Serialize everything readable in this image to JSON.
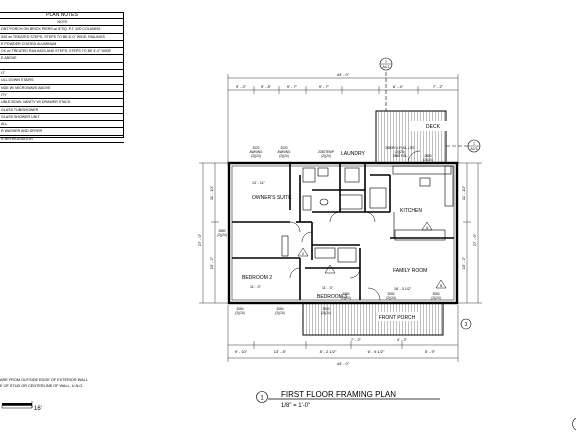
{
  "notes": {
    "title": "PLAN NOTES",
    "header": "NOTE",
    "rows": [
      "ONT PORCH ON BRICK PIERS w/ 8\"SQ. P.T. WD COLUMNS",
      "ING w/ TREATED STEPS; STEPS TO BE 6'-0\" WIDE; RAILINGS",
      "E POWDER COATED ALUMINUM",
      "CK w/ TREATED RAILINGS AND STEPS; STEPS TO BE 4'-0\" WIDE",
      "E ABOVE",
      "",
      "LT",
      "ULL DOWN STAIRS",
      "NGE W/ MICROWAVE ABOVE",
      "ITY",
      "UBLE BOWL VANITY W/ DRAWER STACK",
      "GLASS TUB/SHOWER",
      "GLASS SHOWER UNIT",
      "ALL",
      "R WASHER AND DRYER",
      "R REFRIGERATOR"
    ]
  },
  "bottom_notes": [
    "ARE FROM OUTSIDE EDGE OF EXTERIOR WALL",
    "E OF STUD OR CENTERLINE OF WALL, U.N.O."
  ],
  "scale_bar": {
    "end_label": "16'"
  },
  "title_block": {
    "number": "1",
    "title": "FIRST FLOOR FRAMING PLAN",
    "scale": "1/8\" = 1'-0\""
  },
  "rooms": {
    "owners_suite": "OWNER'S SUITE",
    "owners_suite_size": "13' - 11\"",
    "kitchen": "KITCHEN",
    "family_room": "FAMILY ROOM",
    "family_room_size": "18' - 3 1/2\"",
    "bedroom2": "BEDROOM 2",
    "bedroom3": "BEDROOM 3",
    "bedroom3_size": "11' - 3\"",
    "laundry": "LAUNDRY",
    "deck": "DECK",
    "front_porch": "FRONT PORCH",
    "bedroom2_size": "11' - 0\""
  },
  "callouts": {
    "top_arrow_num": "1",
    "top_arrow_sheet": "A4.1",
    "right_arrow_num": "1",
    "right_arrow_sheet": "A3.5",
    "porch_tag": "3",
    "tag_a": "4",
    "tag_b": "5",
    "tag_c": "2"
  },
  "dimensions": {
    "top_overall": "44' - 0\"",
    "top_segments": [
      "9' - 2\"",
      "9' - 8\"",
      "9' - 7\"",
      "9' - 7\"",
      "6' - 4\"",
      "7' - 2\""
    ],
    "bottom_overall": "44' - 0\"",
    "bottom_segments": [
      "9' - 10\"",
      "13' - 8\"",
      "8' - 2 1/2\"",
      "6' - 9 1/2\"",
      "5' - 9\""
    ],
    "bottom_row2": [
      "7' - 2\"",
      "4' - 2\""
    ],
    "left_overall": "27' - 0\"",
    "left_segments": [
      "11' - 10\"",
      "15' - 2\""
    ],
    "right_overall": "27' - 0\"",
    "right_segments": [
      "11' - 10\"",
      "15' - 2\""
    ]
  },
  "window_tags": [
    [
      "2020",
      "AWNING",
      "(2)(24)"
    ],
    [
      "2020",
      "AWNING",
      "(2)(24)"
    ],
    [
      "2030TEMP",
      "(2)(24)"
    ],
    [
      "3050",
      "(2)(24)"
    ],
    [
      "3050",
      "(2)(24)"
    ],
    [
      "3050",
      "(2)(24)"
    ],
    [
      "3050",
      "(2)(24)"
    ],
    [
      "3050",
      "(2)(24)"
    ],
    [
      "3050",
      "(2)(24)"
    ],
    [
      "2880",
      "(2)(24)"
    ],
    [
      "2880",
      "(2)(24)"
    ]
  ],
  "header_tags": [
    "2880FGL FULL LITE",
    "(2)(24)",
    "2880 FGL"
  ]
}
